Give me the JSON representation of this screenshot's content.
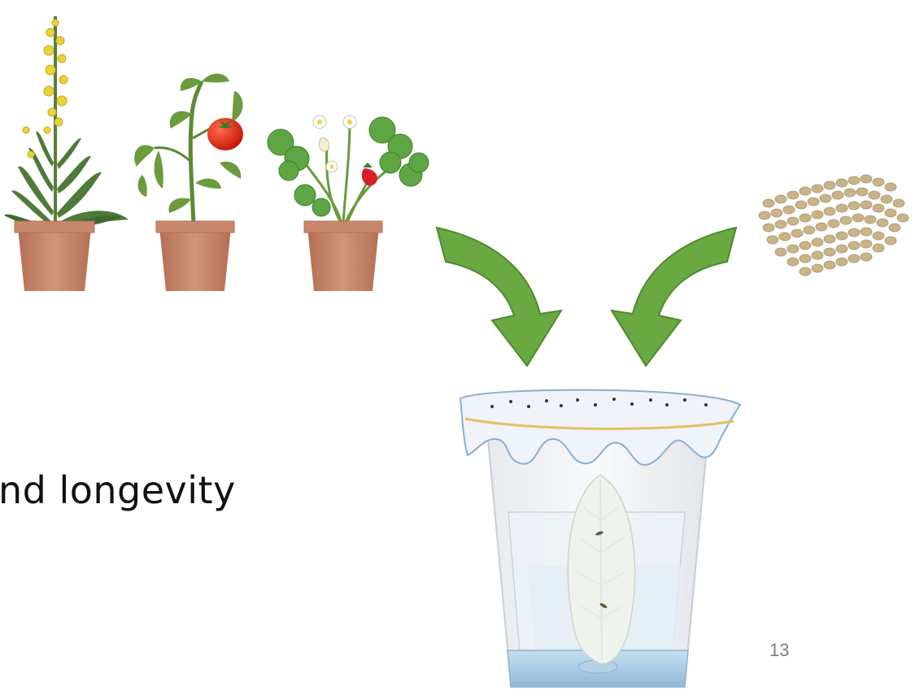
{
  "slide": {
    "body_text": "nd longevity",
    "page_number": "13"
  },
  "illustration": {
    "plants": [
      "mullein-plant",
      "tomato-plant",
      "strawberry-plant"
    ],
    "arrow_color": "#6aa842",
    "pot_color": "#c8876b",
    "seed_color": "#c9b48a",
    "cup_water_color": "#a9cde6",
    "mesh_outline_color": "#8aaed0",
    "rubber_band_color": "#e5c060"
  }
}
